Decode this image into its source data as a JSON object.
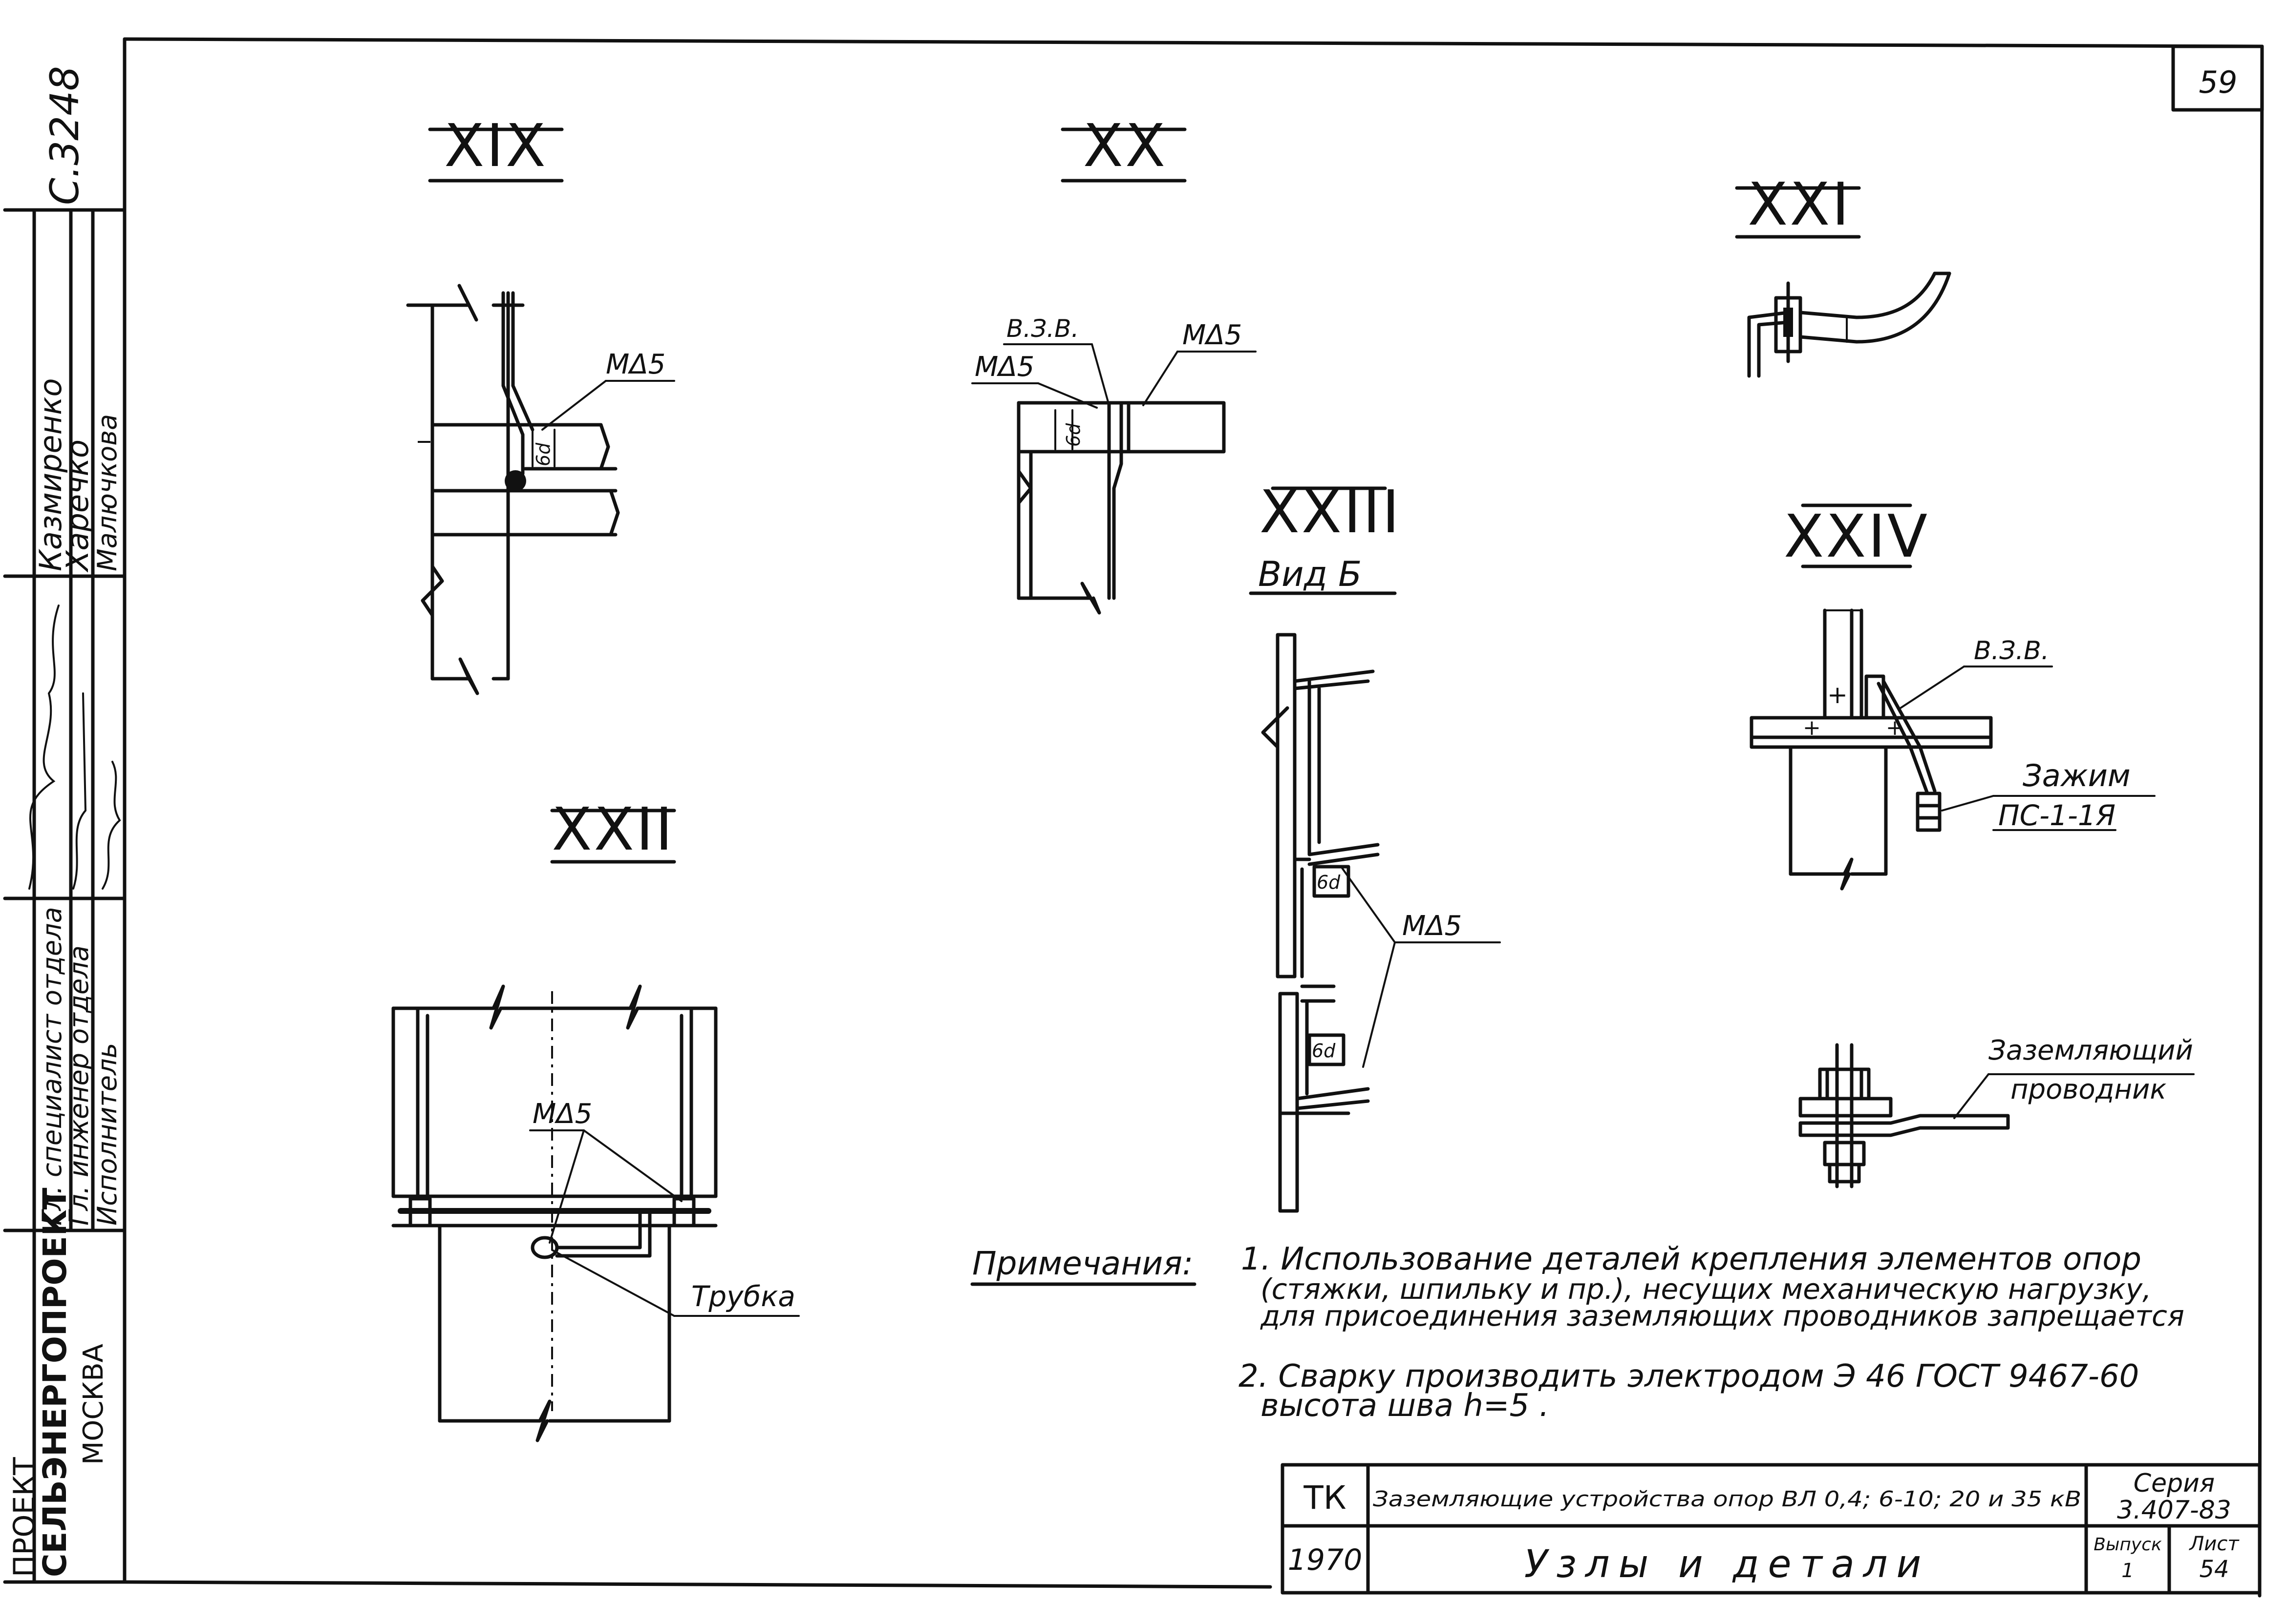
{
  "page_number": "59",
  "side": {
    "org_line1": "ПРОЕКТ",
    "org_line2": "СЕЛЬЭНЕРГОПРОЕКТ",
    "org_line3": "МОСКВА",
    "roles": [
      "Гл. специалист отдела",
      "Гл. инженер отдела",
      "Исполнитель"
    ],
    "names": [
      "Казмиренко",
      "Харечко",
      "Малючкова"
    ],
    "doc_code": "С.3248"
  },
  "details": {
    "xix": {
      "title": "XIX",
      "weld": "МΔ5",
      "dim": "6d"
    },
    "xx": {
      "title": "XX",
      "weld_left": "МΔ5",
      "weld_right": "МΔ5",
      "vzv": "В.З.В.",
      "dim": "6d"
    },
    "xxi": {
      "title": "XXI"
    },
    "xxii": {
      "title": "XXII",
      "weld": "МΔ5",
      "tube": "Трубка"
    },
    "xxiii": {
      "title": "XXIII",
      "view": "Вид Б",
      "weld": "МΔ5",
      "dim_top": "6d",
      "dim_bottom": "6d"
    },
    "xxiv": {
      "title": "XXIV",
      "vzv": "В.З.В.",
      "clamp_line1": "Зажим",
      "clamp_line2": "ПС-1-1Я",
      "conductor_line1": "Заземляющий",
      "conductor_line2": "проводник"
    }
  },
  "notes": {
    "heading": "Примечания:",
    "n1_line1": "1. Использование деталей крепления элементов опор",
    "n1_line2": "(стяжки, шпильку и пр.), несущих механическую нагрузку,",
    "n1_line3": "для присоединения заземляющих проводников запрещается",
    "n2_line1": "2. Сварку производить электродом Э 46 ГОСТ 9467-60",
    "n2_line2": "высота шва h=5 ."
  },
  "title_block": {
    "tk": "ТК",
    "subject": "Заземляющие устройства опор ВЛ 0,4; 6-10; 20 и 35 кВ",
    "series_label": "Серия",
    "series_value": "3.407-83",
    "year": "1970",
    "drawing_name": "Узлы и детали",
    "issue_label": "Выпуск",
    "issue_value": "1",
    "sheet_label": "Лист",
    "sheet_value": "54"
  }
}
